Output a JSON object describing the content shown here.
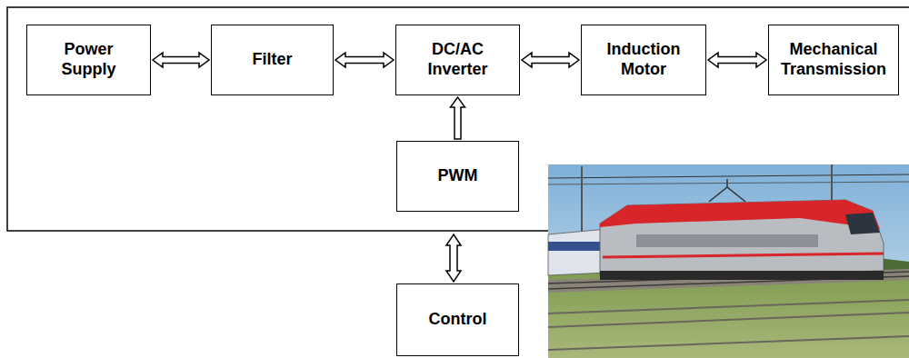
{
  "diagram": {
    "nodes": [
      {
        "text": [
          "Power Supply"
        ]
      },
      {
        "text": [
          "Filter"
        ]
      },
      {
        "text": [
          "DC/AC Inverter"
        ]
      },
      {
        "text": [
          "Induction Motor"
        ]
      },
      {
        "text": [
          "Mechanical Transmission"
        ]
      },
      {
        "text": [
          "PWM"
        ]
      },
      {
        "text": [
          "Control"
        ]
      }
    ],
    "edges": [
      {
        "from": 0,
        "to": 1,
        "arrow": "both"
      },
      {
        "from": 1,
        "to": 2,
        "arrow": "both"
      },
      {
        "from": 2,
        "to": 3,
        "arrow": "both"
      },
      {
        "from": 3,
        "to": 4,
        "arrow": "both"
      },
      {
        "from": 5,
        "to": 2,
        "arrow": "to"
      }
    ]
  }
}
